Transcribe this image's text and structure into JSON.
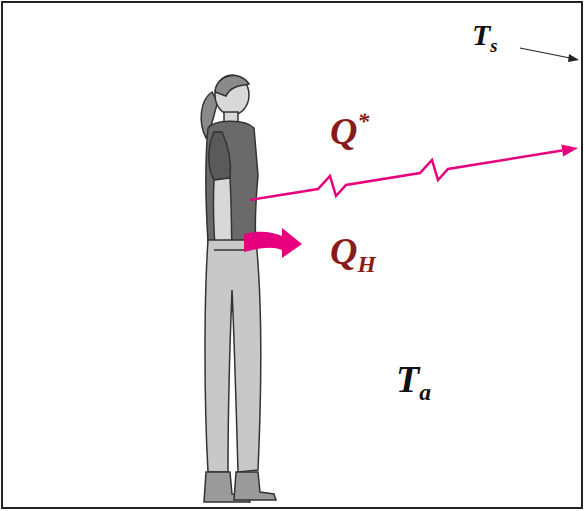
{
  "diagram": {
    "labels": [
      "Ts",
      "Q*",
      "QH",
      "Ta"
    ]
  }
}
